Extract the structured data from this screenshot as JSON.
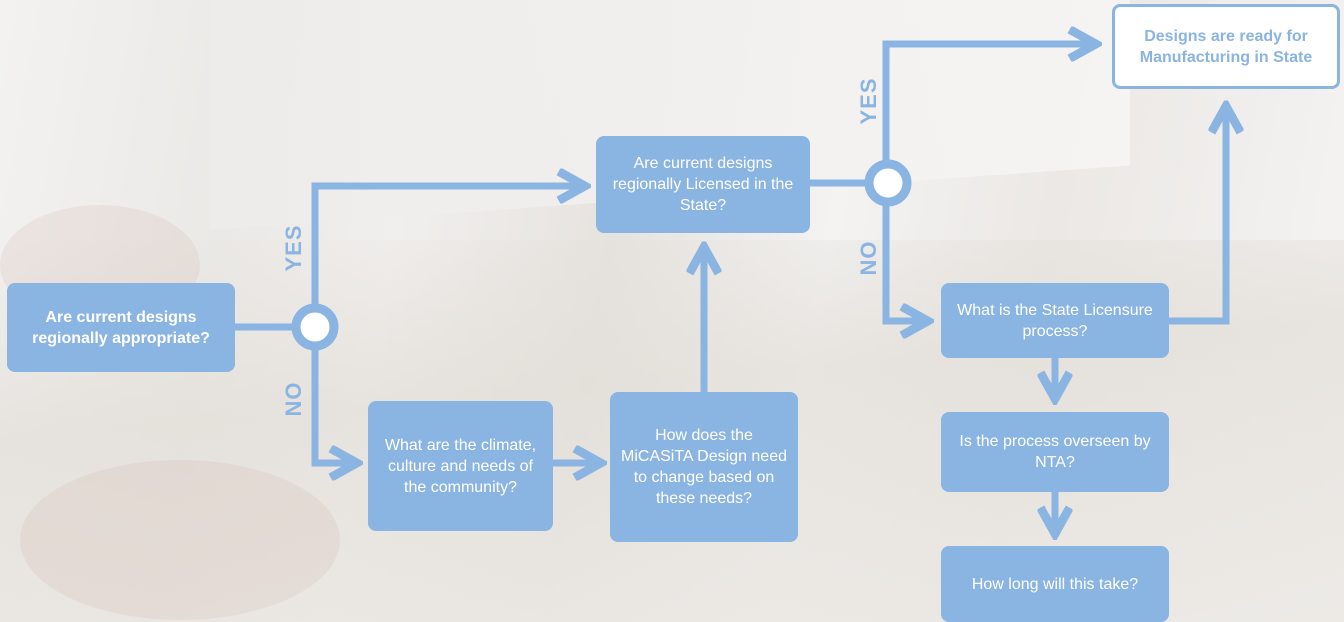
{
  "colors": {
    "node_fill": "#8ab4e2",
    "text": "#ffffff",
    "background": "#ebe9e6"
  },
  "nodes": {
    "start": "Are current designs regionally appropriate?",
    "climate": "What are the climate, culture and needs of the community?",
    "design_change": "How does the MiCASiTA Design need to change based on these needs?",
    "licensed": "Are current designs regionally Licensed in the State?",
    "ready": "Designs are ready for Manufacturing in State",
    "licensure_process": "What is the  State Licensure process?",
    "nta": "Is the process overseen by NTA?",
    "how_long": "How long will this take?"
  },
  "labels": {
    "yes_1": "YES",
    "no_1": "NO",
    "yes_2": "YES",
    "no_2": "NO"
  }
}
